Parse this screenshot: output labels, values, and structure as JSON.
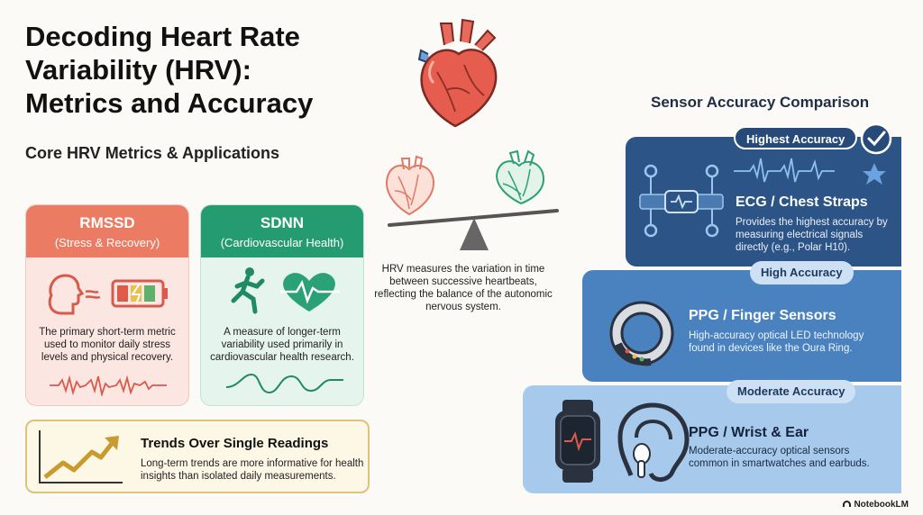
{
  "title": "Decoding Heart Rate Variability (HRV): Metrics and Accuracy",
  "left_section": {
    "heading": "Core HRV Metrics & Applications",
    "metrics": [
      {
        "name": "RMSSD",
        "subtitle": "(Stress & Recovery)",
        "description": "The primary short-term metric used to monitor daily stress levels and physical recovery.",
        "color": "#ec7b64"
      },
      {
        "name": "SDNN",
        "subtitle": "(Cardiovascular Health)",
        "description": "A measure of longer-term variability used primarily in cardiovascular health research.",
        "color": "#259b72"
      }
    ],
    "trend": {
      "title": "Trends Over Single Readings",
      "description": "Long-term trends are more informative for health insights than isolated daily measurements."
    }
  },
  "center": {
    "description": "HRV measures the variation in time between successive heartbeats, reflecting the balance of the autonomic nervous system."
  },
  "sensors": {
    "heading": "Sensor Accuracy Comparison",
    "tiers": [
      {
        "badge": "Highest Accuracy",
        "name": "ECG / Chest Straps",
        "description": "Provides the highest accuracy by measuring electrical signals directly (e.g., Polar H10).",
        "color": "#2d5486"
      },
      {
        "badge": "High Accuracy",
        "name": "PPG / Finger Sensors",
        "description": "High-accuracy optical LED technology found in devices like the Oura Ring.",
        "color": "#4a82c0"
      },
      {
        "badge": "Moderate Accuracy",
        "name": "PPG / Wrist & Ear",
        "description": "Moderate-accuracy optical sensors common in smartwatches and earbuds.",
        "color": "#a7c9ec"
      }
    ]
  },
  "footer": {
    "brand": "NotebookLM"
  }
}
